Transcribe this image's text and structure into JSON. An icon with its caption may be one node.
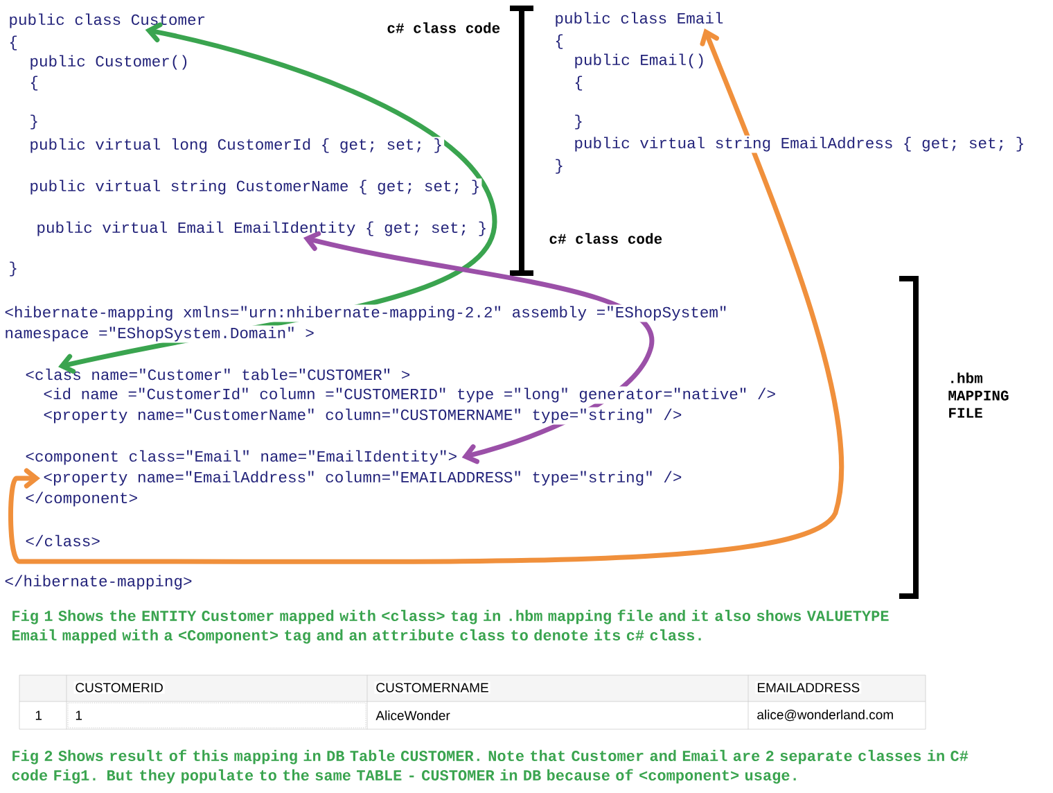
{
  "diagram": {
    "nodes": [
      {
        "text": [
          "public class Customer"
        ]
      },
      {
        "text": [
          "public class Email"
        ]
      },
      {
        "text": [
          "public virtual Email EmailIdentity { get; set; }"
        ]
      },
      {
        "text": [
          "<class name=\"Customer\" table=\"CUSTOMER\" >"
        ]
      },
      {
        "text": [
          "<component class=\"Email\" name=\"EmailIdentity\">"
        ]
      },
      {
        "text": [
          "<property name=\"EmailAddress\" column=\"EMAILADDRESS\" type=\"string\" />"
        ]
      }
    ],
    "edges": [
      {
        "from": 3,
        "to": 0,
        "arrow": "both",
        "color": "#3aa44f"
      },
      {
        "from": 2,
        "to": 4,
        "arrow": "both",
        "color": "#9b50a8"
      },
      {
        "from": 1,
        "to": 5,
        "arrow": "both",
        "color": "#f0903c"
      }
    ],
    "labels": [
      "{",
      "public Customer()",
      "{",
      "}",
      "public virtual long CustomerId { get; set; }",
      "public virtual string CustomerName { get; set; }",
      "}",
      "c# class code",
      "{",
      "public Email()",
      "{",
      "}",
      "public virtual string EmailAddress { get; set; }",
      "}",
      "c# class code",
      "<hibernate-mapping xmlns=\"urn:nhibernate-mapping-2.2\" assembly =\"EShopSystem\"",
      "namespace =\"EShopSystem.Domain\" >",
      "<id name =\"CustomerId\" column =\"CUSTOMERID\" type =\"long\" generator=\"native\" />",
      "<property name=\"CustomerName\" column=\"CUSTOMERNAME\" type=\"string\" />",
      "</component>",
      "</class>",
      "</hibernate-mapping>",
      ".hbm MAPPING FILE",
      "Fig 1 Shows the ENTITY Customer mapped with <class> tag in .hbm mapping file and it also shows VALUETYPE Email mapped with a <Component> tag and an attribute class to denote its c# class.",
      "CUSTOMERID",
      "CUSTOMERNAME",
      "EMAILADDRESS",
      "1",
      "1",
      "AliceWonder",
      "alice@wonderland.com",
      "Fig 2 Shows result of this mapping in DB Table CUSTOMER. Note that Customer and Email are 2 separate classes in C# code Fig1. But they populate to the same TABLE - CUSTOMER in DB because of <component> usage."
    ]
  }
}
